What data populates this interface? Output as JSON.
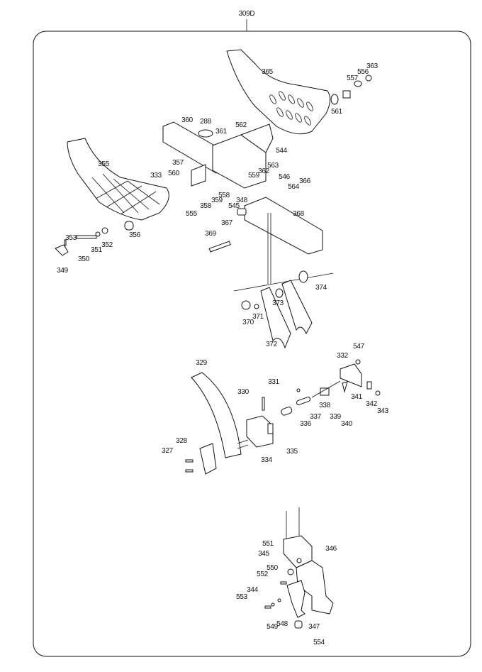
{
  "diagram": {
    "assembly_number": "309D",
    "callouts": [
      "365",
      "363",
      "556",
      "557",
      "561",
      "360",
      "288",
      "361",
      "562",
      "544",
      "563",
      "362",
      "559",
      "355",
      "357",
      "560",
      "333",
      "555",
      "358",
      "359",
      "558",
      "546",
      "564",
      "366",
      "348",
      "545",
      "367",
      "368",
      "369",
      "353",
      "351",
      "352",
      "356",
      "350",
      "349",
      "374",
      "373",
      "371",
      "370",
      "372",
      "329",
      "331",
      "330",
      "337",
      "336",
      "335",
      "334",
      "328",
      "327",
      "332",
      "547",
      "338",
      "341",
      "339",
      "340",
      "342",
      "343",
      "551",
      "345",
      "346",
      "550",
      "552",
      "344",
      "553",
      "549",
      "548",
      "347",
      "554"
    ]
  }
}
